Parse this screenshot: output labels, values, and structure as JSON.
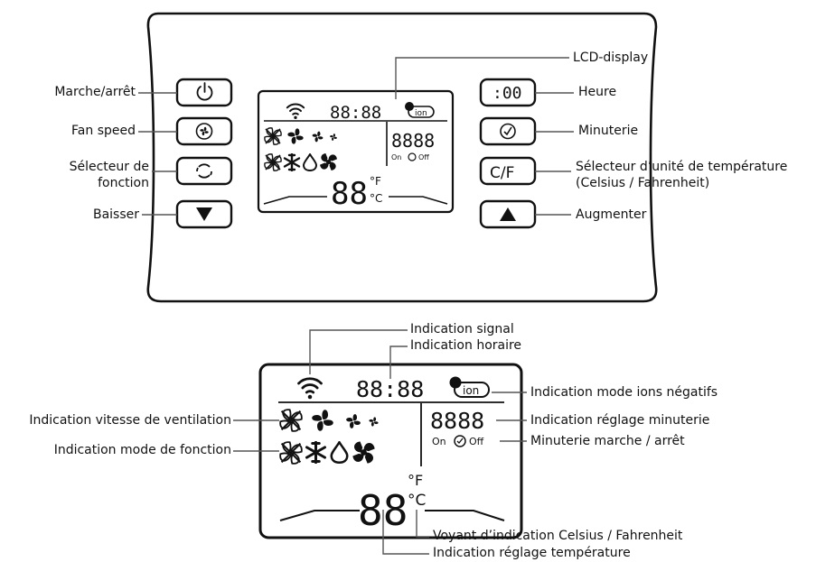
{
  "top_labels": {
    "power": "Marche/arrêt",
    "fan_speed": "Fan speed",
    "function_selector_line1": "Sélecteur de",
    "function_selector_line2": "fonction",
    "lower": "Baisser",
    "lcd_display": "LCD-display",
    "clock": "Heure",
    "timer": "Minuterie",
    "unit_selector_line1": "Sélecteur d’unité de température",
    "unit_selector_line2": "(Celsius / Fahrenheit)",
    "raise": "Augmenter"
  },
  "buttons": {
    "clock_text": ":00",
    "unit_text": "C/F"
  },
  "lcd": {
    "time_digits": "88:88",
    "ion_text": "ion",
    "timer_digits": "8888",
    "on_text": "On",
    "off_text": "Off",
    "temp_digits": "88",
    "f_text": "°F",
    "c_text": "°C"
  },
  "bottom_labels": {
    "signal": "Indication signal",
    "time": "Indication horaire",
    "ion_mode": "Indication mode ions négatifs",
    "fan_speed": "Indication vitesse de ventilation",
    "timer_setting": "Indication réglage minuterie",
    "function_mode": "Indication mode de fonction",
    "timer_on_off": "Minuterie marche / arrêt",
    "celsius_fahrenheit": "Voyant d’indication Celsius / Fahrenheit",
    "temperature_setting": "Indication réglage température"
  }
}
